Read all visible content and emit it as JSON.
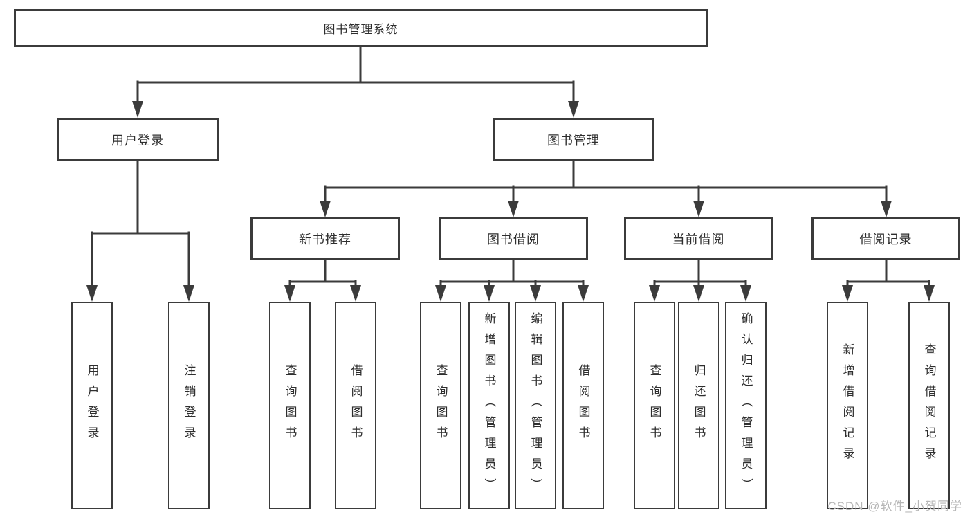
{
  "diagram_title": "图书管理系统",
  "nodes": {
    "root": {
      "label": "图书管理系统"
    },
    "level2": [
      {
        "id": "user-login",
        "label": "用户登录"
      },
      {
        "id": "book-management",
        "label": "图书管理"
      }
    ],
    "level3": [
      {
        "id": "new-book-recommend",
        "label": "新书推荐"
      },
      {
        "id": "book-borrow",
        "label": "图书借阅"
      },
      {
        "id": "current-borrow",
        "label": "当前借阅"
      },
      {
        "id": "borrow-records",
        "label": "借阅记录"
      }
    ],
    "leaves": {
      "user_login": [
        {
          "label": "用户登录"
        },
        {
          "label": "注销登录"
        }
      ],
      "new_book_recommend": [
        {
          "label": "查询图书"
        },
        {
          "label": "借阅图书"
        }
      ],
      "book_borrow": [
        {
          "label": "查询图书"
        },
        {
          "label": "新增图书（管理员）"
        },
        {
          "label": "编辑图书（管理员）"
        },
        {
          "label": "借阅图书"
        }
      ],
      "current_borrow": [
        {
          "label": "查询图书"
        },
        {
          "label": "归还图书"
        },
        {
          "label": "确认归还（管理员）"
        }
      ],
      "borrow_records": [
        {
          "label": "新增借阅记录"
        },
        {
          "label": "查询借阅记录"
        }
      ]
    }
  },
  "watermark": {
    "text": "CSDN @软件_小贺同学"
  },
  "colors": {
    "line": "#3b3b3b",
    "box_border": "#3b3b3b",
    "text": "#2e2e2e",
    "watermark": "#b7b7b7",
    "background": "#ffffff"
  }
}
